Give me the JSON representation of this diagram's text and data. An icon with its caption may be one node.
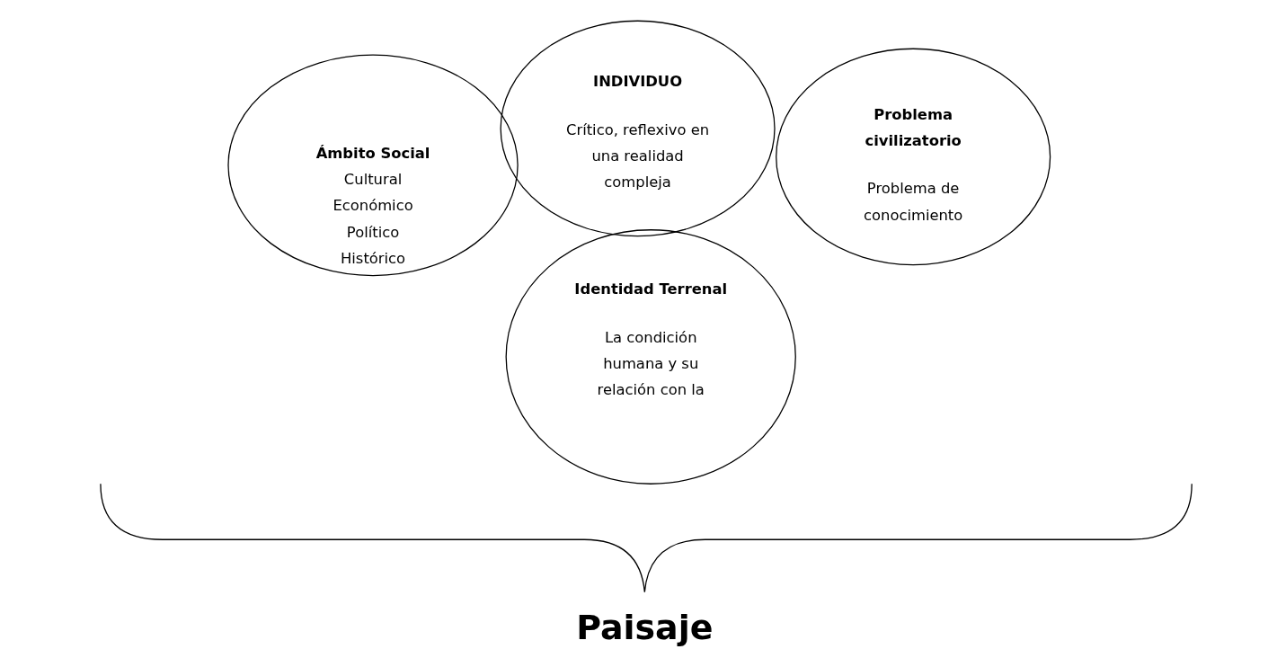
{
  "diagram": {
    "nodes": [
      {
        "text": [
          "Ámbito Social",
          "Cultural Económico Político Histórico"
        ]
      },
      {
        "text": [
          "INDIVIDUO",
          "Crítico, reflexivo en una realidad compleja"
        ]
      },
      {
        "text": [
          "Problema civilizatorio",
          "Problema de conocimiento"
        ]
      },
      {
        "text": [
          "Identidad Terrenal",
          "La condición humana y su relación con la"
        ]
      }
    ],
    "edges": [],
    "labels": [
      "Paisaje"
    ]
  }
}
